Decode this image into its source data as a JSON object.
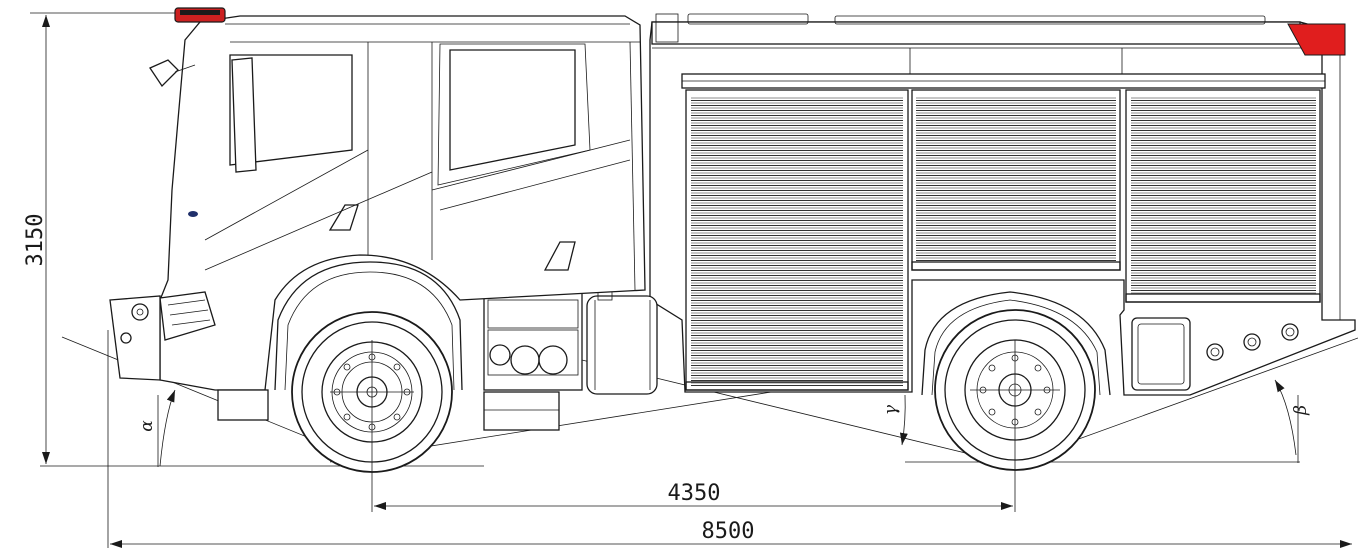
{
  "dimensions": {
    "height": "3150",
    "wheelbase": "4350",
    "overall_length": "8500"
  },
  "angles": {
    "approach": "α",
    "ramp": "γ",
    "departure": "β"
  },
  "colors": {
    "line": "#1a1a1a",
    "warning_light": "#cc2020",
    "rear_marker": "#e01e1e",
    "cab_badge": "#1f2f6a"
  }
}
